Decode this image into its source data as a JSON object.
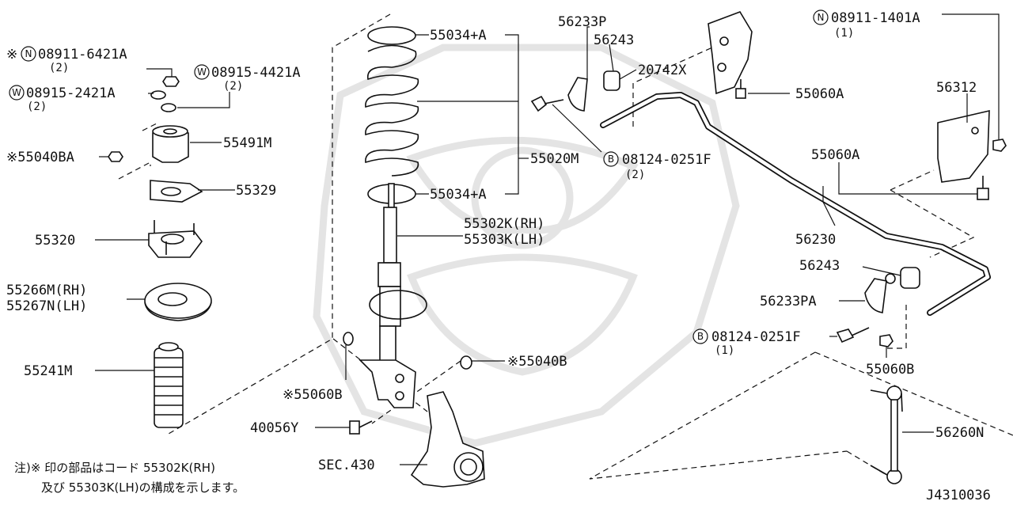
{
  "labels": {
    "p55034_top": "55034+A",
    "p55034_bot": "55034+A",
    "p55020M": "55020M",
    "p55302K": "55302K(RH)",
    "p55303K": "55303K(LH)",
    "p08911_6421A_mark": "※",
    "p08911_6421A_badge": "N",
    "p08911_6421A": "08911-6421A",
    "p08911_6421A_qty": "(2)",
    "p08915_2421A_badge": "W",
    "p08915_2421A": "08915-2421A",
    "p08915_2421A_qty": "(2)",
    "p08915_4421A_badge": "W",
    "p08915_4421A": "08915-4421A",
    "p08915_4421A_qty": "(2)",
    "p55491M": "55491M",
    "p55040BA": "※55040BA",
    "p55329": "55329",
    "p55320": "55320",
    "p55266M": "55266M(RH)",
    "p55267N": "55267N(LH)",
    "p55241M": "55241M",
    "p55060B_left": "※55060B",
    "p40056Y": "40056Y",
    "p55040B": "※55040B",
    "sec430": "SEC.430",
    "p56233P": "56233P",
    "p56243_top": "56243",
    "p20742X": "20742X",
    "p55060A_top": "55060A",
    "p08911_1401A_badge": "N",
    "p08911_1401A": "08911-1401A",
    "p08911_1401A_qty": "(1)",
    "p56312": "56312",
    "p08124_top_badge": "B",
    "p08124_top": "08124-0251F",
    "p08124_top_qty": "(2)",
    "p55060A_mid": "55060A",
    "p56230": "56230",
    "p56243_bot": "56243",
    "p56233PA": "56233PA",
    "p08124_bot_badge": "B",
    "p08124_bot": "08124-0251F",
    "p08124_bot_qty": "(1)",
    "p55060B_right": "55060B",
    "p56260N": "56260N"
  },
  "note": {
    "line1": "注)※ 印の部品はコード 55302K(RH)",
    "line2": "及び 55303K(LH)の構成を示します。"
  },
  "diagram_code": "J4310036",
  "colors": {
    "ink": "#111111",
    "watermark": "#e4e4e4",
    "background": "#ffffff"
  }
}
